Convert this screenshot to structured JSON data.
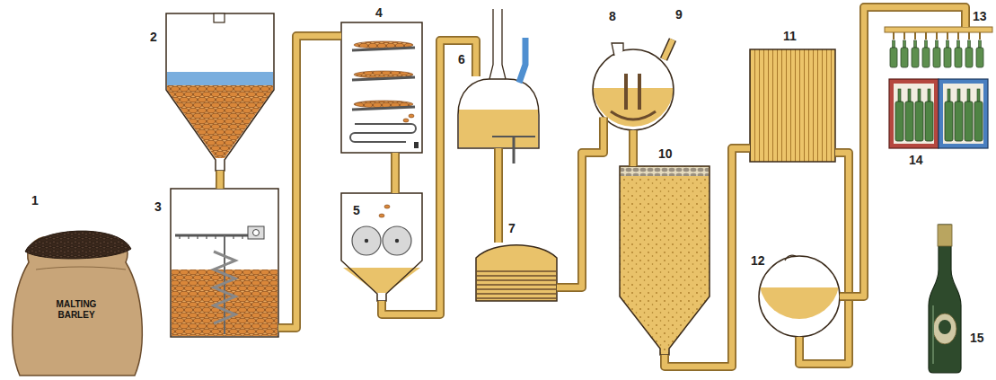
{
  "diagram": {
    "nodes": [
      {
        "text": [
          "1",
          "MALTING BARLEY"
        ]
      },
      {
        "text": [
          "2"
        ]
      },
      {
        "text": [
          "3"
        ]
      },
      {
        "text": [
          "4"
        ]
      },
      {
        "text": [
          "5"
        ]
      },
      {
        "text": [
          "6"
        ]
      },
      {
        "text": [
          "7"
        ]
      },
      {
        "text": [
          "8"
        ]
      },
      {
        "text": [
          "10"
        ]
      },
      {
        "text": [
          "11"
        ]
      },
      {
        "text": [
          "12"
        ]
      },
      {
        "text": [
          "13"
        ]
      },
      {
        "text": [
          "14"
        ]
      },
      {
        "text": [
          "15"
        ]
      }
    ],
    "edges": [
      {
        "from": 1,
        "to": 2,
        "arrow": "none"
      },
      {
        "from": 2,
        "to": 3,
        "arrow": "none"
      },
      {
        "from": 3,
        "to": 4,
        "arrow": "none"
      },
      {
        "from": 4,
        "to": 5,
        "arrow": "none"
      },
      {
        "from": 5,
        "to": 6,
        "arrow": "none"
      },
      {
        "from": 6,
        "to": 7,
        "arrow": "none"
      },
      {
        "from": 7,
        "to": 8,
        "arrow": "none"
      },
      {
        "from": 8,
        "to": 9,
        "arrow": "none"
      },
      {
        "from": 9,
        "to": 10,
        "arrow": "none"
      },
      {
        "from": 10,
        "to": 11,
        "arrow": "none"
      }
    ],
    "labels": [
      "9"
    ]
  }
}
